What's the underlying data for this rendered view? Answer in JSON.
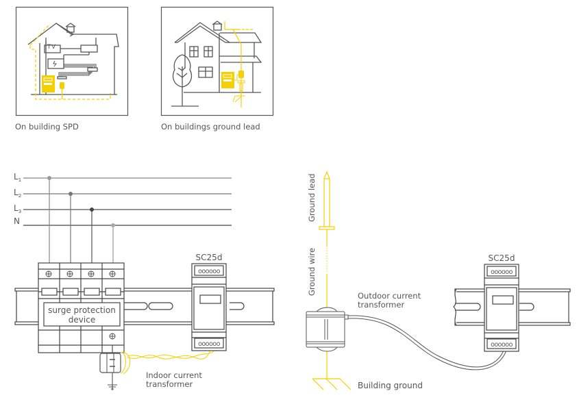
{
  "thumbnails": [
    {
      "id": "spd",
      "caption": "On building SPD",
      "tv_label": "TV"
    },
    {
      "id": "ground",
      "caption": "On buildings ground lead"
    }
  ],
  "left_diagram": {
    "lines": [
      {
        "label": "L",
        "sub": "1"
      },
      {
        "label": "L",
        "sub": "2"
      },
      {
        "label": "L",
        "sub": "3"
      },
      {
        "label": "N",
        "sub": ""
      }
    ],
    "spd_label_line1": "surge protection",
    "spd_label_line2": "device",
    "device_label": "SC25d",
    "terminal_glyph": "oooooo",
    "ct_label_line1": "Indoor current",
    "ct_label_line2": "transformer"
  },
  "right_diagram": {
    "ground_lead_label": "Ground lead",
    "ground_wire_label": "Ground wire",
    "ct_label_line1": "Outdoor current",
    "ct_label_line2": "transformer",
    "building_ground_label": "Building ground",
    "device_label": "SC25d",
    "terminal_glyph": "oooooo"
  },
  "colors": {
    "accent": "#f5cf00",
    "line": "#444444",
    "frame": "#555555",
    "text": "#555555"
  }
}
